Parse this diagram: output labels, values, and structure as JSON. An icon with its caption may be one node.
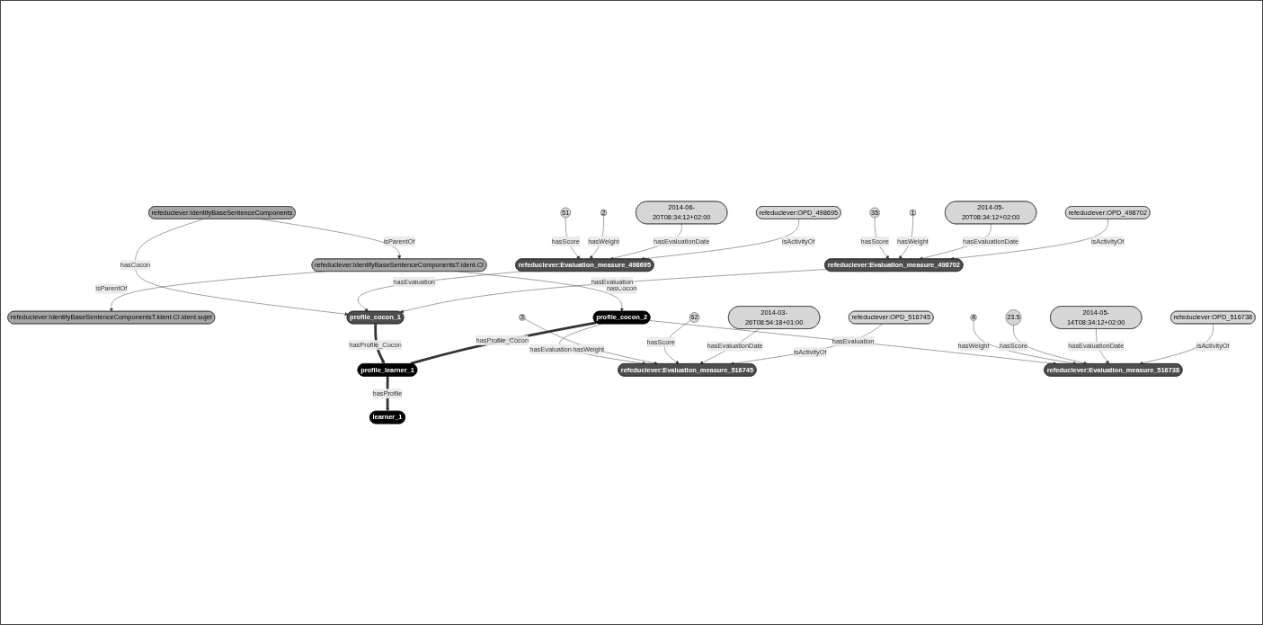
{
  "diagram": {
    "nodes": [
      {
        "text": [
          "refeduclever:IdentifyBaseSentenceComponentsT.ident.CI.ident.sujet"
        ]
      },
      {
        "text": [
          "refeduclever:IdentifyBaseSentenceComponents"
        ]
      },
      {
        "text": [
          "refeduclever:IdentifyBaseSentenceComponentsT.ident.CI"
        ]
      },
      {
        "text": [
          "learner_1"
        ]
      },
      {
        "text": [
          "profile_cocon_1"
        ]
      },
      {
        "text": [
          "profile_learner_1"
        ]
      },
      {
        "text": [
          "profile_cocon_2"
        ]
      },
      {
        "text": [
          "51"
        ]
      },
      {
        "text": [
          "2"
        ]
      },
      {
        "text": [
          "35"
        ]
      },
      {
        "text": [
          "1"
        ]
      },
      {
        "text": [
          "3"
        ]
      },
      {
        "text": [
          "62"
        ]
      },
      {
        "text": [
          "4"
        ]
      },
      {
        "text": [
          "23.5"
        ]
      },
      {
        "text": [
          "refeduclever:Evaluation_measure_498695"
        ]
      },
      {
        "text": [
          "refeduclever:Evaluation_measure_498702"
        ]
      },
      {
        "text": [
          "refeduclever:Evaluation_measure_516745"
        ]
      },
      {
        "text": [
          "refeduclever:Evaluation_measure_516738"
        ]
      },
      {
        "text": [
          "refeduclever:OPD_498695"
        ]
      },
      {
        "text": [
          "refeduclever:OPD_498702"
        ]
      },
      {
        "text": [
          "refeduclever:OPD_516745"
        ]
      },
      {
        "text": [
          "refeduclever:OPD_516738"
        ]
      },
      {
        "text": [
          "2014-06-20T08:34:12+02:00"
        ]
      },
      {
        "text": [
          "2014-05-20T08:34:12+02:00"
        ]
      },
      {
        "text": [
          "2014-03-26T08:54:18+01:00"
        ]
      },
      {
        "text": [
          "2014-05-14T08:34:12+02:00"
        ]
      }
    ],
    "edges": [
      {
        "from": 2,
        "to": 0,
        "arrow": "to",
        "label": "isParentOf"
      },
      {
        "from": 1,
        "to": 2,
        "arrow": "to",
        "label": "isParentOf"
      },
      {
        "from": 1,
        "to": 4,
        "arrow": "to",
        "label": "hasCocon"
      },
      {
        "from": 2,
        "to": 6,
        "arrow": "to",
        "label": "hasCocon"
      },
      {
        "from": 5,
        "to": 3,
        "arrow": "to",
        "label": "hasProfile",
        "style": "thick"
      },
      {
        "from": 4,
        "to": 5,
        "arrow": "to",
        "label": "hasProfile_Cocon",
        "style": "thick"
      },
      {
        "from": 6,
        "to": 5,
        "arrow": "to",
        "label": "hasProfile_Cocon",
        "style": "thick"
      },
      {
        "from": 15,
        "to": 4,
        "arrow": "to",
        "label": "hasEvaluation"
      },
      {
        "from": 16,
        "to": 4,
        "arrow": "to",
        "label": "hasEvaluation"
      },
      {
        "from": 6,
        "to": 17,
        "arrow": "to",
        "label": "hasEvaluation"
      },
      {
        "from": 6,
        "to": 18,
        "arrow": "to",
        "label": "hasEvaluation"
      },
      {
        "from": 7,
        "to": 15,
        "arrow": "to",
        "label": "hasScore"
      },
      {
        "from": 8,
        "to": 15,
        "arrow": "to",
        "label": "hasWeight"
      },
      {
        "from": 9,
        "to": 16,
        "arrow": "to",
        "label": "hasScore"
      },
      {
        "from": 10,
        "to": 16,
        "arrow": "to",
        "label": "hasWeight"
      },
      {
        "from": 11,
        "to": 17,
        "arrow": "to",
        "label": "hasWeight"
      },
      {
        "from": 12,
        "to": 17,
        "arrow": "to",
        "label": "hasScore"
      },
      {
        "from": 13,
        "to": 18,
        "arrow": "to",
        "label": "hasWeight"
      },
      {
        "from": 14,
        "to": 18,
        "arrow": "to",
        "label": "hasScore"
      },
      {
        "from": 23,
        "to": 15,
        "arrow": "to",
        "label": "hasEvaluationDate"
      },
      {
        "from": 19,
        "to": 15,
        "arrow": "to",
        "label": "isActivityOf"
      },
      {
        "from": 24,
        "to": 16,
        "arrow": "to",
        "label": "hasEvaluationDate"
      },
      {
        "from": 20,
        "to": 16,
        "arrow": "to",
        "label": "isActivityOf"
      },
      {
        "from": 25,
        "to": 17,
        "arrow": "to",
        "label": "hasEvaluationDate"
      },
      {
        "from": 21,
        "to": 17,
        "arrow": "to",
        "label": "isActivityOf"
      },
      {
        "from": 26,
        "to": 18,
        "arrow": "to",
        "label": "hasEvaluationDate"
      },
      {
        "from": 22,
        "to": 18,
        "arrow": "to",
        "label": "isActivityOf"
      }
    ]
  }
}
